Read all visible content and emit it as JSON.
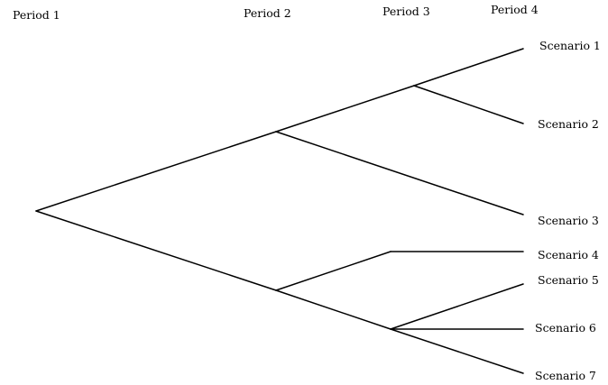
{
  "periods": [
    "Period 1",
    "Period 2",
    "Period 3",
    "Period 4"
  ],
  "scenarios": [
    "Scenario 1",
    "Scenario 2",
    "Scenario 3",
    "Scenario 4",
    "Scenario 5",
    "Scenario 6",
    "Scenario 7"
  ],
  "tree": {
    "root": "n1",
    "nodes": [
      {
        "id": "n1",
        "period": 1
      },
      {
        "id": "n2a",
        "period": 2,
        "parent": "n1"
      },
      {
        "id": "n2b",
        "period": 2,
        "parent": "n1"
      },
      {
        "id": "n3a",
        "period": 3,
        "parent": "n2a"
      },
      {
        "id": "n3b",
        "period": 3,
        "parent": "n2b"
      },
      {
        "id": "n3c",
        "period": 3,
        "parent": "n2b"
      },
      {
        "id": "s1",
        "period": 4,
        "parent": "n3a",
        "scenario": 1
      },
      {
        "id": "s2",
        "period": 4,
        "parent": "n3a",
        "scenario": 2
      },
      {
        "id": "s3",
        "period": 4,
        "parent": "n2a",
        "scenario": 3
      },
      {
        "id": "s4",
        "period": 4,
        "parent": "n3b",
        "scenario": 4
      },
      {
        "id": "s5",
        "period": 4,
        "parent": "n3c",
        "scenario": 5
      },
      {
        "id": "s6",
        "period": 4,
        "parent": "n3c",
        "scenario": 6
      },
      {
        "id": "s7",
        "period": 4,
        "parent": "n3c",
        "scenario": 7
      }
    ]
  },
  "colors": {
    "line": "#000000",
    "text": "#000000",
    "background": "#ffffff"
  }
}
